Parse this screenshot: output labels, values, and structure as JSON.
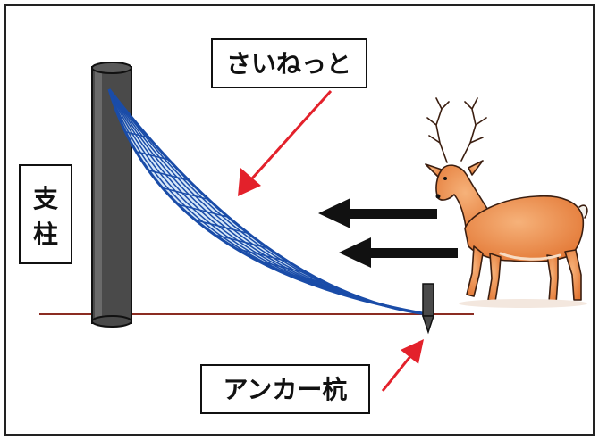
{
  "labels": {
    "net": "さいねっと",
    "post": "支柱",
    "anchor": "アンカー杭"
  },
  "colors": {
    "frame_border": "#222222",
    "ground_line": "#8b2c22",
    "post": "#4a4a4a",
    "net_line": "#1a4ca8",
    "net_fill": "#cfe3f7",
    "pointer_arrow": "#e3212b",
    "movement_arrow": "#111111",
    "deer_body": "#e9843e"
  },
  "icons": {
    "net": "net-bag-illustration",
    "animal": "deer-illustration",
    "movement": "left-arrow-icon",
    "pointer": "red-pointer-arrow"
  }
}
